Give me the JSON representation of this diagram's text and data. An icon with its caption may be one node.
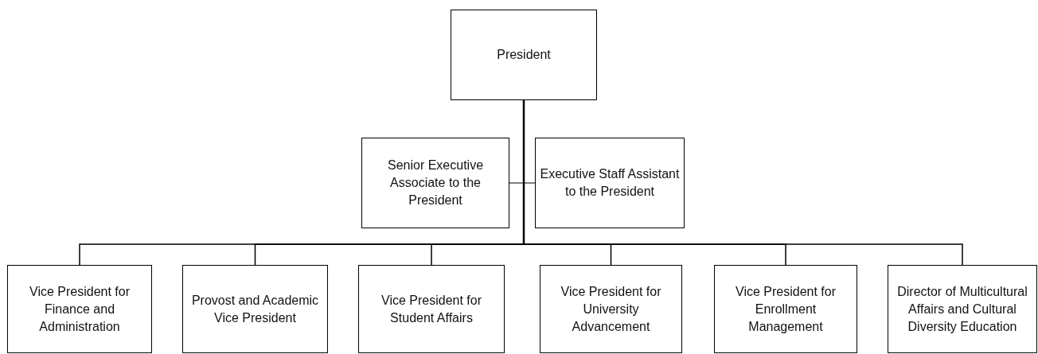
{
  "diagram": {
    "nodes": [
      {
        "text": [
          "President"
        ]
      },
      {
        "text": [
          "Senior Executive Associate to the President"
        ]
      },
      {
        "text": [
          "Executive Staff Assistant to the President"
        ]
      },
      {
        "text": [
          "Vice President for Finance and Administration"
        ]
      },
      {
        "text": [
          "Provost and Academic Vice President"
        ]
      },
      {
        "text": [
          "Vice President for Student Affairs"
        ]
      },
      {
        "text": [
          "Vice President for University Advancement"
        ]
      },
      {
        "text": [
          "Vice President for Enrollment Management"
        ]
      },
      {
        "text": [
          "Director of Multicultural Affairs and Cultural Diversity Education"
        ]
      }
    ],
    "edges": [
      {
        "from": 0,
        "to": 1,
        "arrow": "none"
      },
      {
        "from": 0,
        "to": 2,
        "arrow": "none"
      },
      {
        "from": 0,
        "to": 3,
        "arrow": "none"
      },
      {
        "from": 0,
        "to": 4,
        "arrow": "none"
      },
      {
        "from": 0,
        "to": 5,
        "arrow": "none"
      },
      {
        "from": 0,
        "to": 6,
        "arrow": "none"
      },
      {
        "from": 0,
        "to": 7,
        "arrow": "none"
      },
      {
        "from": 0,
        "to": 8,
        "arrow": "none"
      }
    ]
  }
}
